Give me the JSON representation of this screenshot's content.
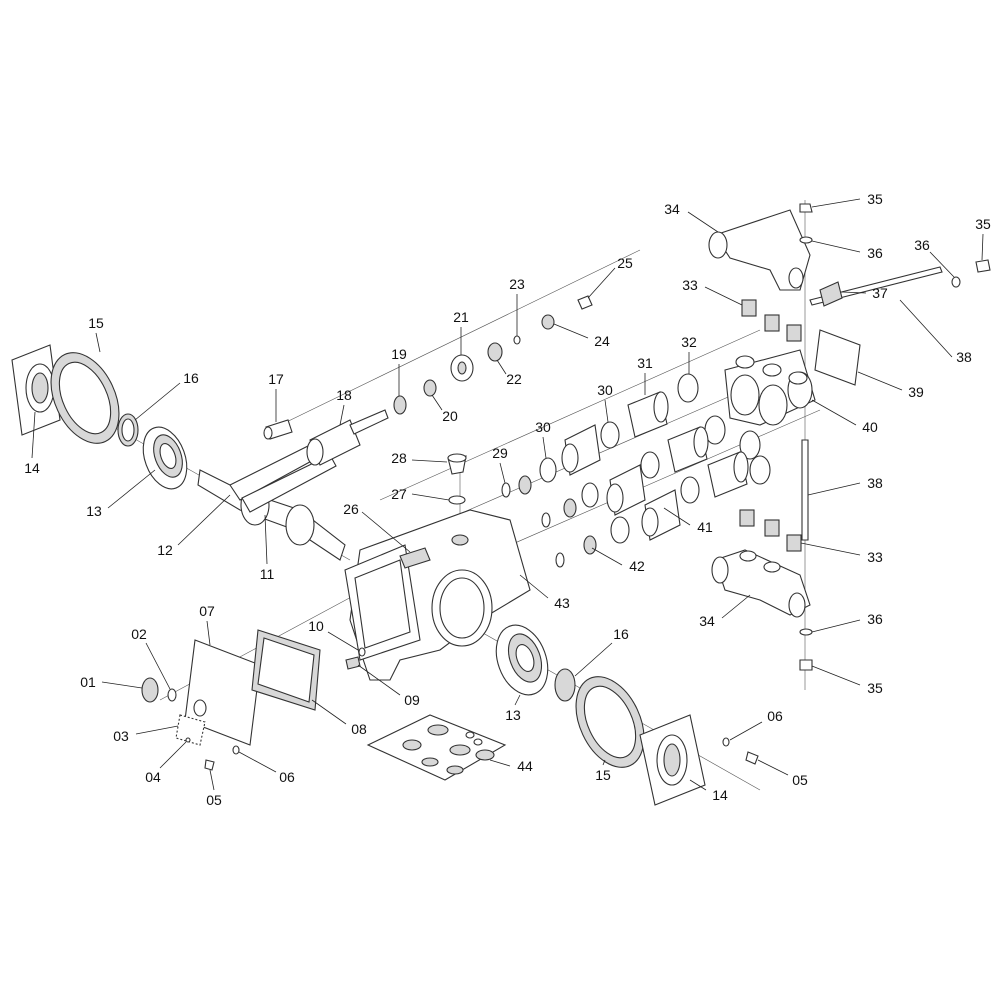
{
  "diagram": {
    "type": "exploded-parts-view",
    "labels": [
      "15",
      "16",
      "14",
      "13",
      "17",
      "18",
      "12",
      "11",
      "19",
      "20",
      "21",
      "22",
      "23",
      "24",
      "25",
      "28",
      "27",
      "26",
      "29",
      "30",
      "30",
      "31",
      "32",
      "34",
      "35",
      "36",
      "35",
      "36",
      "37",
      "33",
      "38",
      "39",
      "40",
      "38",
      "41",
      "42",
      "43",
      "33",
      "34",
      "36",
      "35",
      "07",
      "02",
      "01",
      "03",
      "04",
      "05",
      "06",
      "10",
      "09",
      "08",
      "13",
      "16",
      "15",
      "14",
      "06",
      "05",
      "44"
    ]
  }
}
